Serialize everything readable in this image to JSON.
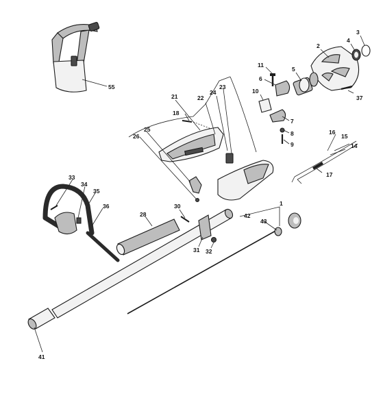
{
  "labels": {
    "p1": "1",
    "p2": "2",
    "p3": "3",
    "p4": "4",
    "p5": "5",
    "p6": "6",
    "p7": "7",
    "p8": "8",
    "p9": "9",
    "p10": "10",
    "p11": "11",
    "p14": "14",
    "p15": "15",
    "p16": "16",
    "p17": "17",
    "p18": "18",
    "p21": "21",
    "p22": "22",
    "p23": "23",
    "p24": "24",
    "p25": "25",
    "p26": "26",
    "p28": "28",
    "p30": "30",
    "p31": "31",
    "p32": "32",
    "p33": "33",
    "p34": "34",
    "p35": "35",
    "p36": "36",
    "p37": "37",
    "p41": "41",
    "p42": "42",
    "p43": "43",
    "p55": "55"
  },
  "colors": {
    "outline": "#1a1a1a",
    "light": "#f2f2f2",
    "mid": "#bdbdbd",
    "dark": "#4a4a4a"
  }
}
